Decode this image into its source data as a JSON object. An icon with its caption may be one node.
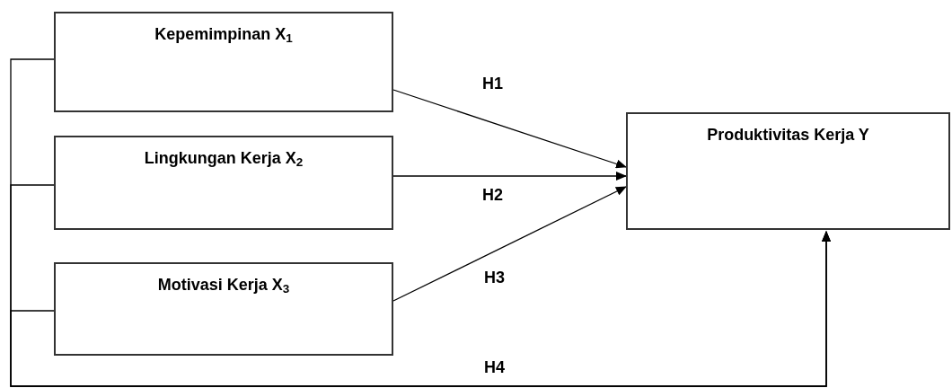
{
  "diagram": {
    "nodes": [
      {
        "text": [
          "Kepemimpinan X$_{1}$"
        ]
      },
      {
        "text": [
          "Lingkungan Kerja X$_{2}$"
        ]
      },
      {
        "text": [
          "Motivasi Kerja X$_{3}$"
        ]
      },
      {
        "text": [
          "Produktivitas Kerja Y"
        ]
      }
    ],
    "edges": [
      {
        "from": 0,
        "to": 3,
        "arrow": "to",
        "label": "H1"
      },
      {
        "from": 1,
        "to": 3,
        "arrow": "to",
        "label": "H2"
      },
      {
        "from": 2,
        "to": 3,
        "arrow": "to",
        "label": "H3"
      },
      {
        "from": 0,
        "to": 3,
        "arrow": "to",
        "label": "H4"
      },
      {
        "from": 1,
        "to": 3,
        "arrow": "to"
      },
      {
        "from": 2,
        "to": 3,
        "arrow": "to"
      }
    ]
  }
}
